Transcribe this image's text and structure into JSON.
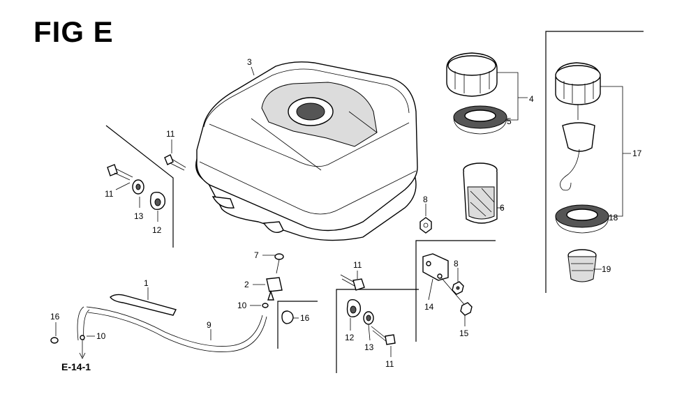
{
  "figure": {
    "title": "FIG E",
    "reference": "E-14-1"
  },
  "callouts": [
    {
      "id": "c3",
      "text": "3"
    },
    {
      "id": "c4",
      "text": "4"
    },
    {
      "id": "c5",
      "text": "5"
    },
    {
      "id": "c6",
      "text": "6"
    },
    {
      "id": "c8a",
      "text": "8"
    },
    {
      "id": "c17",
      "text": "17"
    },
    {
      "id": "c18",
      "text": "18"
    },
    {
      "id": "c19",
      "text": "19"
    },
    {
      "id": "c11a",
      "text": "11"
    },
    {
      "id": "c11b",
      "text": "11"
    },
    {
      "id": "c13a",
      "text": "13"
    },
    {
      "id": "c12a",
      "text": "12"
    },
    {
      "id": "c7",
      "text": "7"
    },
    {
      "id": "c2",
      "text": "2"
    },
    {
      "id": "c10a",
      "text": "10"
    },
    {
      "id": "c1",
      "text": "1"
    },
    {
      "id": "c9",
      "text": "9"
    },
    {
      "id": "c16a",
      "text": "16"
    },
    {
      "id": "c10b",
      "text": "10"
    },
    {
      "id": "c16b",
      "text": "16"
    },
    {
      "id": "c11c",
      "text": "11"
    },
    {
      "id": "c12b",
      "text": "12"
    },
    {
      "id": "c13b",
      "text": "13"
    },
    {
      "id": "c11d",
      "text": "11"
    },
    {
      "id": "c14",
      "text": "14"
    },
    {
      "id": "c8b",
      "text": "8"
    },
    {
      "id": "c15",
      "text": "15"
    }
  ]
}
